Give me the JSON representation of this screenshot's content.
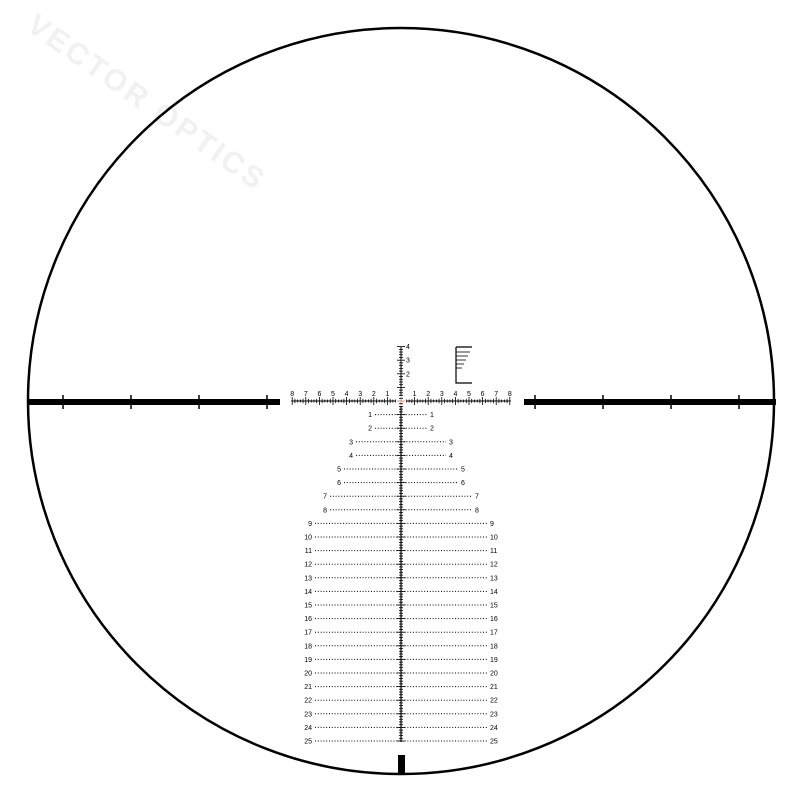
{
  "watermark": "VECTOR OPTICS",
  "reticle": {
    "horizontal_scale": [
      1,
      2,
      3,
      4,
      5,
      6,
      7,
      8
    ],
    "vertical_upper_scale": [
      2,
      3,
      4
    ],
    "holdover_rows": [
      1,
      2,
      3,
      4,
      5,
      6,
      7,
      8,
      9,
      10,
      11,
      12,
      13,
      14,
      15,
      16,
      17,
      18,
      19,
      20,
      21,
      22,
      23,
      24,
      25
    ],
    "center_color": "#e88a8a",
    "line_color": "#000000"
  }
}
